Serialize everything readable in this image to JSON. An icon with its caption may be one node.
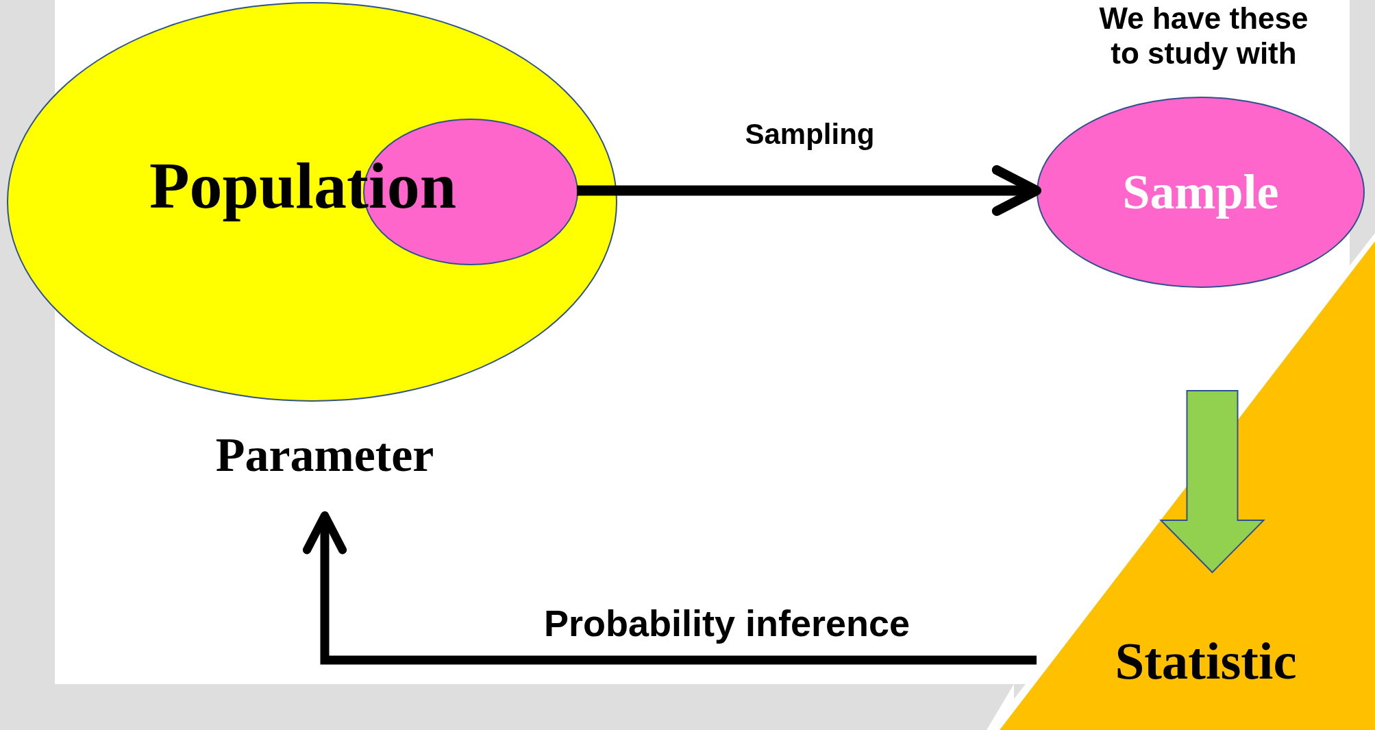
{
  "diagram": {
    "nodes": [
      {
        "text": [
          "Population"
        ]
      },
      {
        "text": [],
        "shape": "ellipse",
        "in": 0
      },
      {
        "text": [
          "Sample"
        ],
        "beside": [
          "We have these to study with"
        ]
      },
      {
        "text": [
          "Parameter"
        ]
      },
      {
        "text": [
          "Statistic"
        ]
      }
    ],
    "edges": [
      {
        "from": 1,
        "to": 2,
        "arrow": "to",
        "label": "Sampling"
      },
      {
        "from": 2,
        "to": 4,
        "arrow": "to",
        "style": "thick",
        "color": "#92d050"
      },
      {
        "from": 4,
        "to": 3,
        "arrow": "to",
        "label": "Probability inference"
      }
    ]
  }
}
